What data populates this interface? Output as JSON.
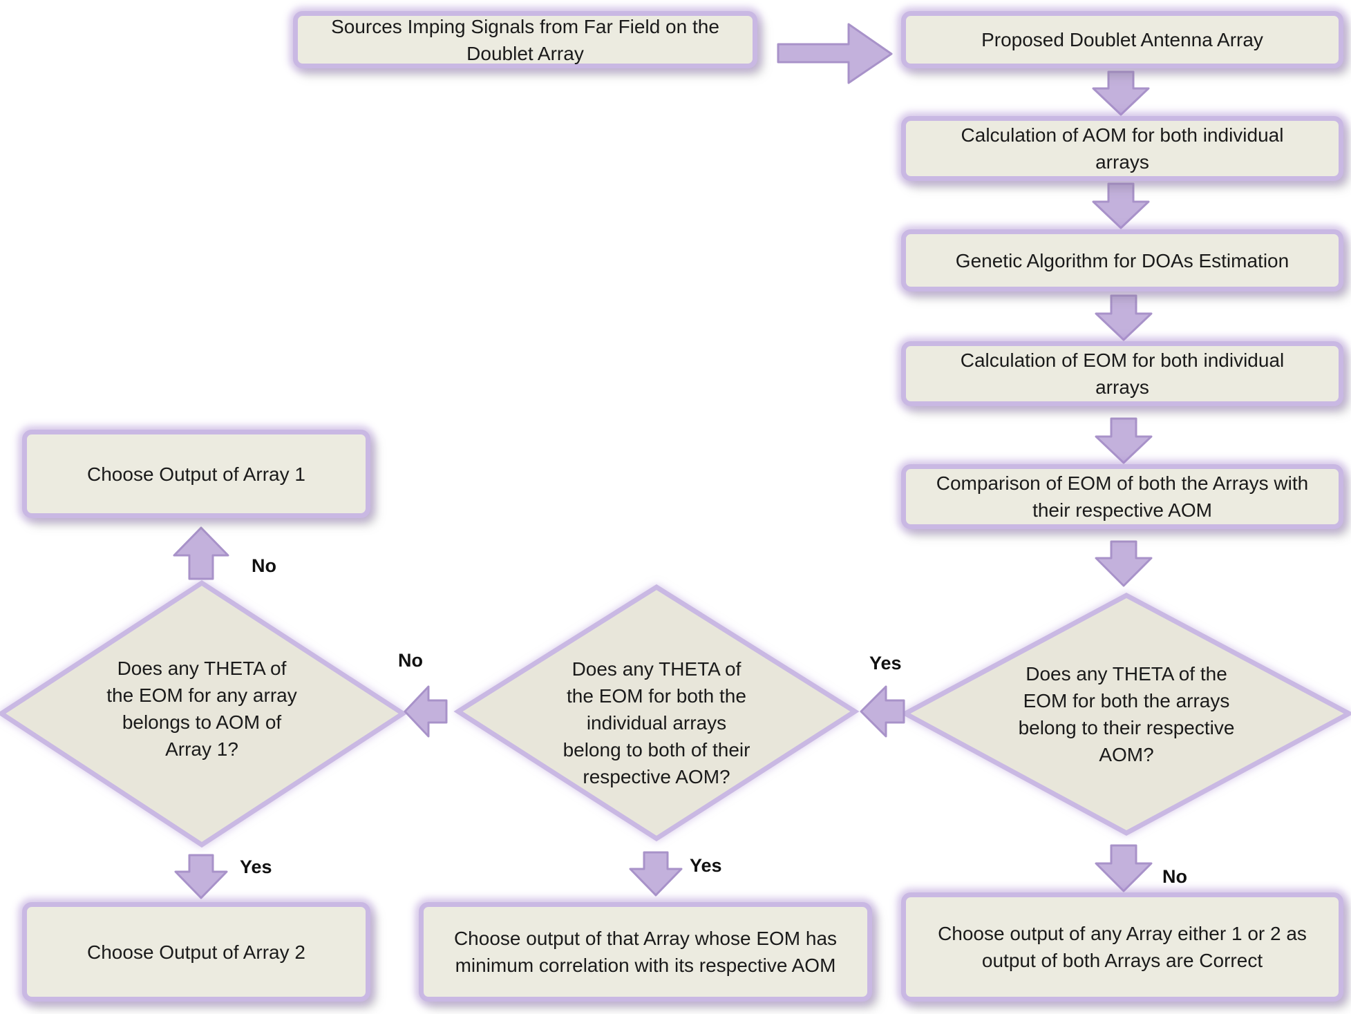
{
  "boxes": {
    "sources": "Sources Imping Signals from Far Field on the Doublet Array",
    "proposed": "Proposed Doublet Antenna Array",
    "aom": "Calculation of AOM for both individual arrays",
    "ga": "Genetic Algorithm for DOAs Estimation",
    "eom": "Calculation of EOM for both individual arrays",
    "comparison": "Comparison of EOM of both the Arrays with their respective AOM",
    "choose_array1": "Choose Output of Array 1",
    "choose_array2": "Choose Output of Array 2",
    "choose_min_corr": "Choose output of that Array whose EOM has minimum correlation with its respective AOM",
    "choose_any": "Choose output of any Array either 1 or 2 as output of both Arrays are Correct"
  },
  "decisions": {
    "d1": "Does any THETA of the EOM for both the arrays belong to their respective AOM?",
    "d2": "Does any THETA of the EOM for both the individual arrays belong to both of their respective AOM?",
    "d3": "Does any THETA of the EOM for any array belongs to AOM of Array 1?"
  },
  "labels": {
    "d1_yes": "Yes",
    "d1_no": "No",
    "d2_yes": "Yes",
    "d2_no": "No",
    "d3_yes": "Yes",
    "d3_no": "No"
  },
  "colors": {
    "box_fill": "#ecebe0",
    "box_border": "#c9b8e3",
    "arrow_fill": "#c3b1dc",
    "arrow_stroke": "#a892c9",
    "diamond_fill": "#e8e6da"
  }
}
